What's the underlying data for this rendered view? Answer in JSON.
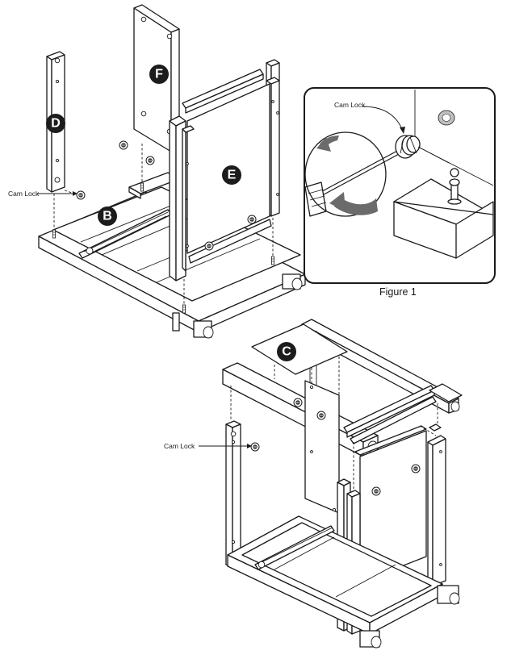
{
  "badges": {
    "b": "B",
    "c": "C",
    "d": "D",
    "e": "E",
    "f": "F"
  },
  "labels": {
    "cam_lock_top": "Cam Lock",
    "cam_lock_detail": "Cam Lock",
    "cam_lock_bottom": "Cam Lock",
    "figure_caption": "Figure 1"
  },
  "colors": {
    "ink": "#1a1a1a",
    "badge": "#1c1c1c",
    "paper": "#ffffff"
  }
}
